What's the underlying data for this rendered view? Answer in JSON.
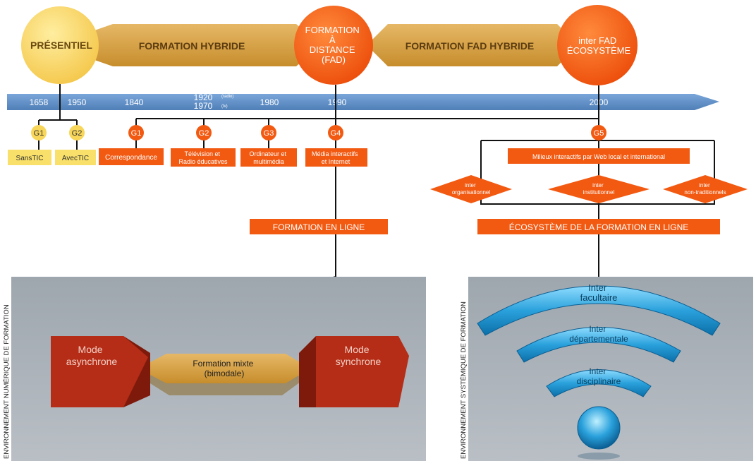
{
  "top": {
    "presentiel": "PRÉSENTIEL",
    "hybrid": "FORMATION HYBRIDE",
    "fad": [
      "FORMATION",
      "À",
      "DISTANCE",
      "(FAD)"
    ],
    "fad_hybrid": "FORMATION FAD HYBRIDE",
    "inter_fad": [
      "inter FAD",
      "ÉCOSYSTÈME"
    ]
  },
  "timeline": {
    "years": [
      "1658",
      "1950",
      "1840",
      "1980",
      "1990",
      "2000"
    ],
    "y1920": "1920",
    "y1970": "1970",
    "radio_note": "(radio)",
    "tv_note": "(tv)"
  },
  "generations": {
    "g1_yellow": "G1",
    "g2_yellow": "G2",
    "g1": "G1",
    "g2": "G2",
    "g3": "G3",
    "g4": "G4",
    "g5": "G5"
  },
  "labels": {
    "sans_tic": "SansTIC",
    "avec_tic": "AvecTIC",
    "correspondance": "Correspondance",
    "television": [
      "Télévision et",
      "Radio éducatives"
    ],
    "ordinateur": [
      "Ordinateur et",
      "multimédia"
    ],
    "media": [
      "Média interactifs",
      "et Internet"
    ],
    "milieux": "Milieux interactifs par Web local et international",
    "organisationnel": [
      "inter",
      "organisationnel"
    ],
    "institutionnel": [
      "inter",
      "institutionnel"
    ],
    "non_traditionnels": [
      "inter",
      "non-traditionnels"
    ],
    "formation_en_ligne": "FORMATION EN LIGNE",
    "ecosysteme": "ÉCOSYSTÈME DE LA FORMATION EN LIGNE"
  },
  "left_panel": {
    "side_label": "ENVIRONNEMENT NUMÉRIQUE DE FORMATION",
    "async": [
      "Mode",
      "asynchrone"
    ],
    "sync": [
      "Mode",
      "synchrone"
    ],
    "mixte": [
      "Formation mixte",
      "(bimodale)"
    ]
  },
  "right_panel": {
    "side_label": "ENVIRONNEMENT SYSTÉMIQUE DE FORMATION",
    "arc1": [
      "Inter",
      "facultaire"
    ],
    "arc2": [
      "Inter",
      "départementale"
    ],
    "arc3": [
      "Inter",
      "disciplinaire"
    ]
  },
  "colors": {
    "yellow": "#f7d35a",
    "orange": "#f25a12",
    "timeline": "#5f8fc6",
    "arrow": "#d9a84a",
    "panel": "#a6adb4",
    "block": "#b52d17",
    "wifi": "#2fa7dd"
  }
}
